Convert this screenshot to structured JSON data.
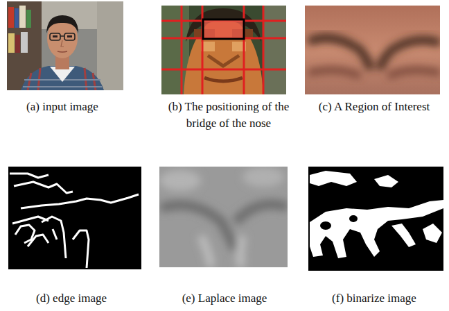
{
  "diagram": {
    "labels": [
      "(a) input image",
      "(b) The positioning of the bridge of the nose",
      "(c) A Region of Interest",
      "(d) edge image",
      "(e) Laplace image",
      "(f) binarize image"
    ]
  }
}
